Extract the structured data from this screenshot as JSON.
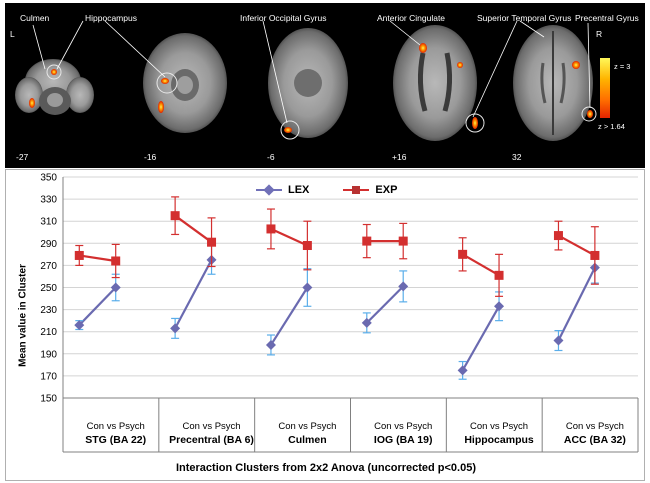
{
  "brain_panel": {
    "side_left": "L",
    "side_right": "R",
    "regions": [
      "Culmen",
      "Hippocampus",
      "Inferior Occipital Gyrus",
      "Anterior Cingulate",
      "Superior Temporal Gyrus",
      "Precentral Gyrus"
    ],
    "slices": [
      "-27",
      "-16",
      "-6",
      "+16",
      "32"
    ],
    "colorbar": {
      "max_label": "z = 3",
      "min_label": "z > 1.64",
      "colors": [
        "#fff85a",
        "#ffb400",
        "#ff6e00",
        "#e32400"
      ]
    }
  },
  "chart_data": {
    "type": "line",
    "ylabel": "Mean value in Cluster",
    "xlabel": "Interaction Clusters from 2x2 Anova (uncorrected p<0.05)",
    "ylim": [
      150,
      350
    ],
    "yticks": [
      150,
      170,
      190,
      210,
      230,
      250,
      270,
      290,
      310,
      330,
      350
    ],
    "grid": true,
    "legend_position": "top-center",
    "groups": [
      "STG (BA 22)",
      "Precentral (BA 6)",
      "Culmen",
      "IOG (BA 19)",
      "Hippocampus",
      "ACC (BA 32)"
    ],
    "group_sublabel": "Con vs Psych",
    "series": [
      {
        "name": "LEX",
        "color": "#6a6ab0",
        "error_color": "#5aaeea",
        "marker": "diamond",
        "values": [
          [
            216,
            250
          ],
          [
            213,
            275
          ],
          [
            198,
            250
          ],
          [
            218,
            251
          ],
          [
            175,
            233
          ],
          [
            202,
            268
          ]
        ],
        "errors": [
          [
            4,
            12
          ],
          [
            9,
            13
          ],
          [
            9,
            17
          ],
          [
            9,
            14
          ],
          [
            8,
            13
          ],
          [
            9,
            14
          ]
        ]
      },
      {
        "name": "EXP",
        "color": "#d32f2f",
        "error_color": "#d32f2f",
        "marker": "square",
        "values": [
          [
            279,
            274
          ],
          [
            315,
            291
          ],
          [
            303,
            288
          ],
          [
            292,
            292
          ],
          [
            280,
            261
          ],
          [
            297,
            279
          ]
        ],
        "errors": [
          [
            9,
            15
          ],
          [
            17,
            22
          ],
          [
            18,
            22
          ],
          [
            15,
            16
          ],
          [
            15,
            19
          ],
          [
            13,
            26
          ]
        ]
      }
    ]
  }
}
